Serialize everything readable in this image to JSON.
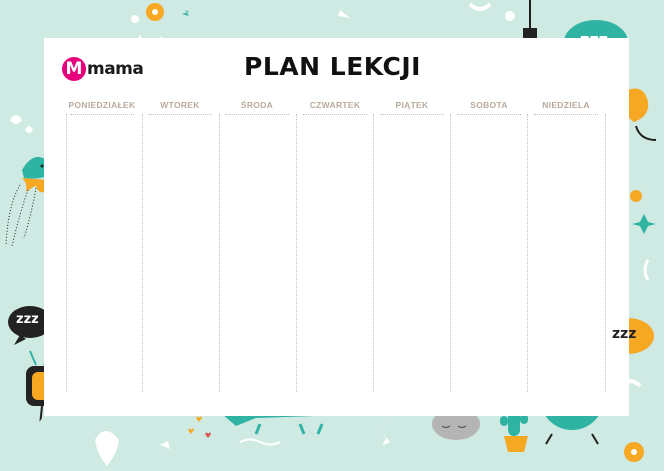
{
  "brand": {
    "badge": "M",
    "name": "mama"
  },
  "title": "PLAN LEKCJI",
  "days": [
    "PONIEDZIAŁEK",
    "WTOREK",
    "ŚRODA",
    "CZWARTEK",
    "PIĄTEK",
    "SOBOTA",
    "NIEDZIELA"
  ],
  "colors": {
    "background": "#cfe9e3",
    "accent_teal": "#2fb3a3",
    "accent_orange": "#f7a823",
    "accent_pink": "#e6007e",
    "header_text": "#b8ab9c"
  },
  "decorations": {
    "sleep_bubbles": [
      "zzz",
      "zzz",
      "zzz"
    ]
  }
}
